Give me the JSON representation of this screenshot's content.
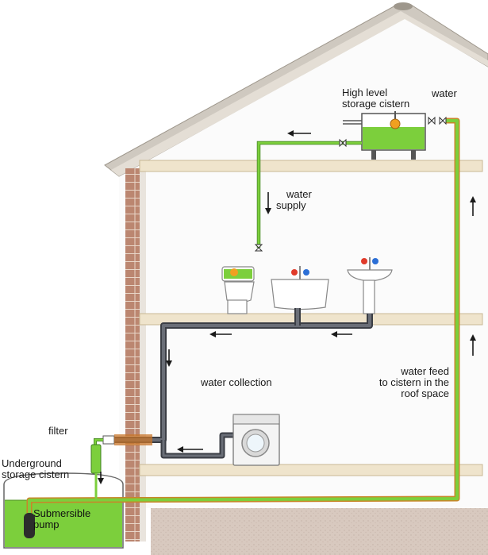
{
  "labels": {
    "cistern_line1": "High level",
    "cistern_line2": "storage cistern",
    "water_top": "water",
    "water_supply_line1": "water",
    "water_supply_line2": "supply",
    "water_collection": "water collection",
    "water_feed_line1": "water feed",
    "water_feed_line2": "to cistern in the",
    "water_feed_line3": "roof space",
    "filter": "filter",
    "underground_line1": "Underground",
    "underground_line2": "storage cistern",
    "pump_line1": "Submersible",
    "pump_line2": "pump"
  },
  "colors": {
    "clean_water": "#7ccf3c",
    "grey_water_pipe": "#4d5058",
    "feed_pipe_outline": "#c8862a",
    "brick": "#b7826a",
    "floor": "#f0e6cf",
    "roof": "#c9c3ba"
  }
}
